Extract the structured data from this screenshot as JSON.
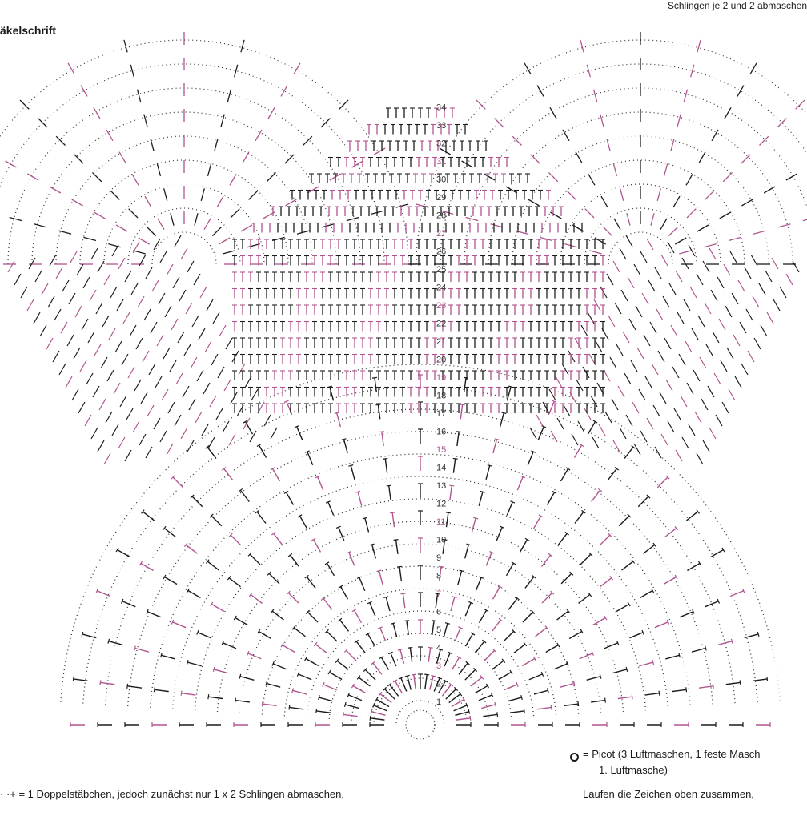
{
  "header": {
    "top_note": "Schlingen je 2 und 2 abmaschen",
    "title": "äkelschrift"
  },
  "diagram": {
    "round_numbers": [
      "1",
      "2",
      "3",
      "4",
      "5",
      "6",
      "7",
      "8",
      "9",
      "10",
      "11",
      "12",
      "13",
      "14",
      "15",
      "16",
      "17",
      "18",
      "19",
      "20",
      "21",
      "22",
      "23",
      "24",
      "25",
      "26",
      "27",
      "28",
      "29",
      "30",
      "31",
      "32",
      "33",
      "34"
    ],
    "colors": {
      "stitch_dark": "#1c1c1c",
      "stitch_accent": "#b0558f",
      "chain_dots": "#333333"
    },
    "icons": [
      "picot-icon",
      "double-crochet-symbol",
      "treble-stitch-symbol"
    ]
  },
  "legend": {
    "picot": "= Picot (3 Luftmaschen, 1 feste Masch",
    "picot_cont": "1. Luftmasche)",
    "double_crochet": "· ·+ = 1 Doppelstäbchen, jedoch zunächst nur 1 x 2 Schlingen abmaschen,",
    "continuation": "Laufen die Zeichen oben zusammen,"
  }
}
